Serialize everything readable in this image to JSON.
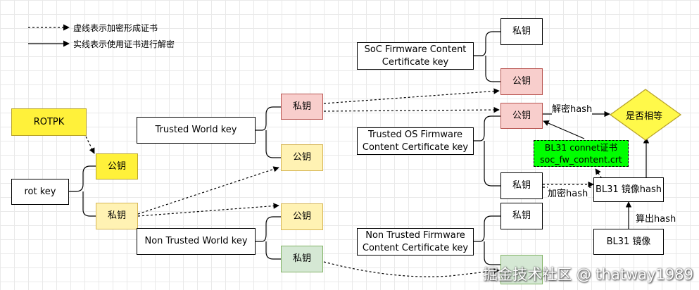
{
  "legend": {
    "dashed": "虚线表示加密形成证书",
    "solid": "实线表示使用证书进行解密"
  },
  "nodes": {
    "rotpk": "ROTPK",
    "rot_key": "rot key",
    "rot_pub": "公钥",
    "rot_priv": "私钥",
    "trusted_world_key": "Trusted World key",
    "tw_priv": "私钥",
    "tw_pub": "公钥",
    "non_trusted_world_key": "Non Trusted World key",
    "ntw_pub": "公钥",
    "ntw_priv": "私钥",
    "soc_fw_cert_key_line1": "SoC Firmware Content",
    "soc_fw_cert_key_line2": "Certificate key",
    "soc_priv": "私钥",
    "soc_pub": "公钥",
    "tos_fw_cert_key_line1": "Trusted OS Firmware",
    "tos_fw_cert_key_line2": "Content Certificate key",
    "tos_pub": "公钥",
    "tos_priv": "私钥",
    "nt_fw_cert_key_line1": "Non Trusted Firmware",
    "nt_fw_cert_key_line2": "Content Certificate key",
    "nt_priv": "私钥",
    "nt_pub": "",
    "bl31_cert_line1": "BL31 connet证书",
    "bl31_cert_line2": "soc_fw_content.crt",
    "bl31_image_hash": "BL31 镜像hash",
    "bl31_image": "BL31 镜像",
    "equal_check": "是否相等"
  },
  "edge_labels": {
    "decrypt_hash": "解密hash",
    "encrypt_hash": "加密hash",
    "compute_hash": "算出hash"
  },
  "watermark": "掘金技术社区 @ thatway1989"
}
